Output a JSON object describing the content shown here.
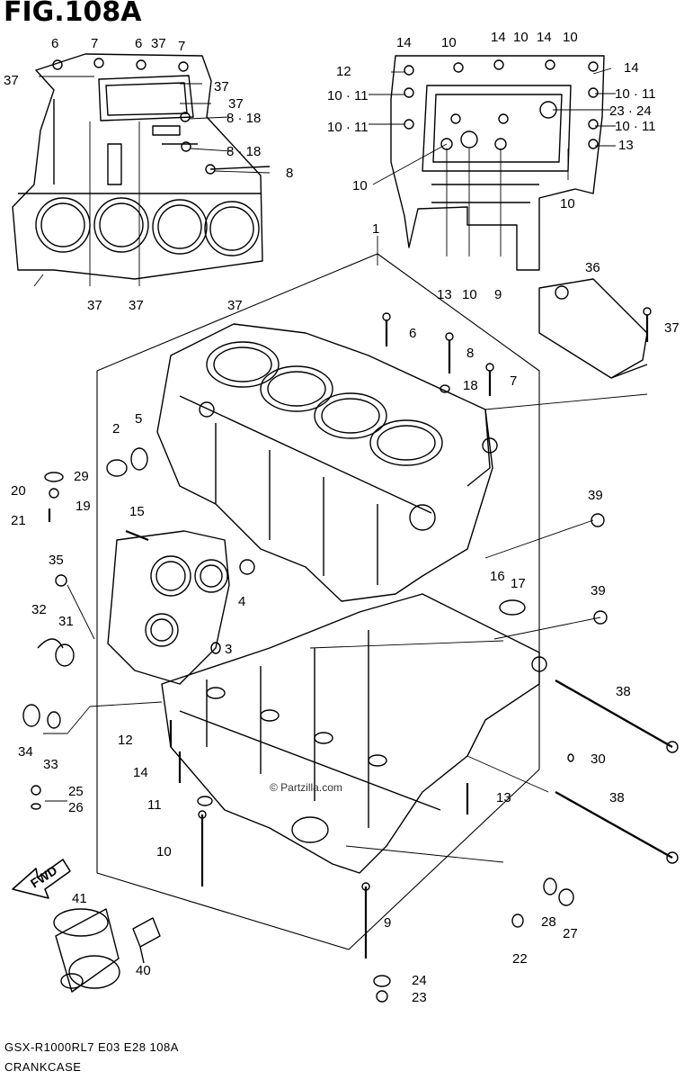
{
  "figure": {
    "title": "FIG.108A",
    "model_code": "GSX-R1000RL7  E03  E28  108A",
    "caption": "CRANKCASE",
    "watermark": "© Partzilla.com",
    "fwd_label": "FWD"
  },
  "callouts": [
    {
      "id": "c-6a",
      "text": "6"
    },
    {
      "id": "c-7a",
      "text": "7"
    },
    {
      "id": "c-6b",
      "text": "6"
    },
    {
      "id": "c-37a",
      "text": "37"
    },
    {
      "id": "c-7b",
      "text": "7"
    },
    {
      "id": "c-37b",
      "text": "37"
    },
    {
      "id": "c-37c",
      "text": "37"
    },
    {
      "id": "c-37d",
      "text": "37"
    },
    {
      "id": "c-818a",
      "text": "8 · 18"
    },
    {
      "id": "c-818b",
      "text": "8 · 18"
    },
    {
      "id": "c-8a",
      "text": "8"
    },
    {
      "id": "c-37e",
      "text": "37"
    },
    {
      "id": "c-37f",
      "text": "37"
    },
    {
      "id": "c-37g",
      "text": "37"
    },
    {
      "id": "c-14a",
      "text": "14"
    },
    {
      "id": "c-10a",
      "text": "10"
    },
    {
      "id": "c-14b",
      "text": "14"
    },
    {
      "id": "c-10b",
      "text": "10"
    },
    {
      "id": "c-14c",
      "text": "14"
    },
    {
      "id": "c-10c",
      "text": "10"
    },
    {
      "id": "c-12a",
      "text": "12"
    },
    {
      "id": "c-14d",
      "text": "14"
    },
    {
      "id": "c-1011a",
      "text": "10 · 11"
    },
    {
      "id": "c-1011b",
      "text": "10 · 11"
    },
    {
      "id": "c-2324a",
      "text": "23 · 24"
    },
    {
      "id": "c-1011c",
      "text": "10 · 11"
    },
    {
      "id": "c-1011d",
      "text": "10 · 11"
    },
    {
      "id": "c-13a",
      "text": "13"
    },
    {
      "id": "c-10d",
      "text": "10"
    },
    {
      "id": "c-10e",
      "text": "10"
    },
    {
      "id": "c-13b",
      "text": "13"
    },
    {
      "id": "c-10f",
      "text": "10"
    },
    {
      "id": "c-9a",
      "text": "9"
    },
    {
      "id": "c-1",
      "text": "1"
    },
    {
      "id": "c-36",
      "text": "36"
    },
    {
      "id": "c-6c",
      "text": "6"
    },
    {
      "id": "c-8b",
      "text": "8"
    },
    {
      "id": "c-37h",
      "text": "37"
    },
    {
      "id": "c-18",
      "text": "18"
    },
    {
      "id": "c-7c",
      "text": "7"
    },
    {
      "id": "c-2",
      "text": "2"
    },
    {
      "id": "c-5",
      "text": "5"
    },
    {
      "id": "c-29",
      "text": "29"
    },
    {
      "id": "c-20",
      "text": "20"
    },
    {
      "id": "c-19",
      "text": "19"
    },
    {
      "id": "c-21",
      "text": "21"
    },
    {
      "id": "c-15",
      "text": "15"
    },
    {
      "id": "c-39a",
      "text": "39"
    },
    {
      "id": "c-35",
      "text": "35"
    },
    {
      "id": "c-4",
      "text": "4"
    },
    {
      "id": "c-16",
      "text": "16"
    },
    {
      "id": "c-17",
      "text": "17"
    },
    {
      "id": "c-32",
      "text": "32"
    },
    {
      "id": "c-31",
      "text": "31"
    },
    {
      "id": "c-39b",
      "text": "39"
    },
    {
      "id": "c-3",
      "text": "3"
    },
    {
      "id": "c-38a",
      "text": "38"
    },
    {
      "id": "c-34",
      "text": "34"
    },
    {
      "id": "c-33",
      "text": "33"
    },
    {
      "id": "c-12b",
      "text": "12"
    },
    {
      "id": "c-30",
      "text": "30"
    },
    {
      "id": "c-14e",
      "text": "14"
    },
    {
      "id": "c-25",
      "text": "25"
    },
    {
      "id": "c-26",
      "text": "26"
    },
    {
      "id": "c-11",
      "text": "11"
    },
    {
      "id": "c-13c",
      "text": "13"
    },
    {
      "id": "c-38b",
      "text": "38"
    },
    {
      "id": "c-10g",
      "text": "10"
    },
    {
      "id": "c-41",
      "text": "41"
    },
    {
      "id": "c-28",
      "text": "28"
    },
    {
      "id": "c-27",
      "text": "27"
    },
    {
      "id": "c-9b",
      "text": "9"
    },
    {
      "id": "c-40",
      "text": "40"
    },
    {
      "id": "c-22",
      "text": "22"
    },
    {
      "id": "c-24",
      "text": "24"
    },
    {
      "id": "c-23",
      "text": "23"
    }
  ]
}
